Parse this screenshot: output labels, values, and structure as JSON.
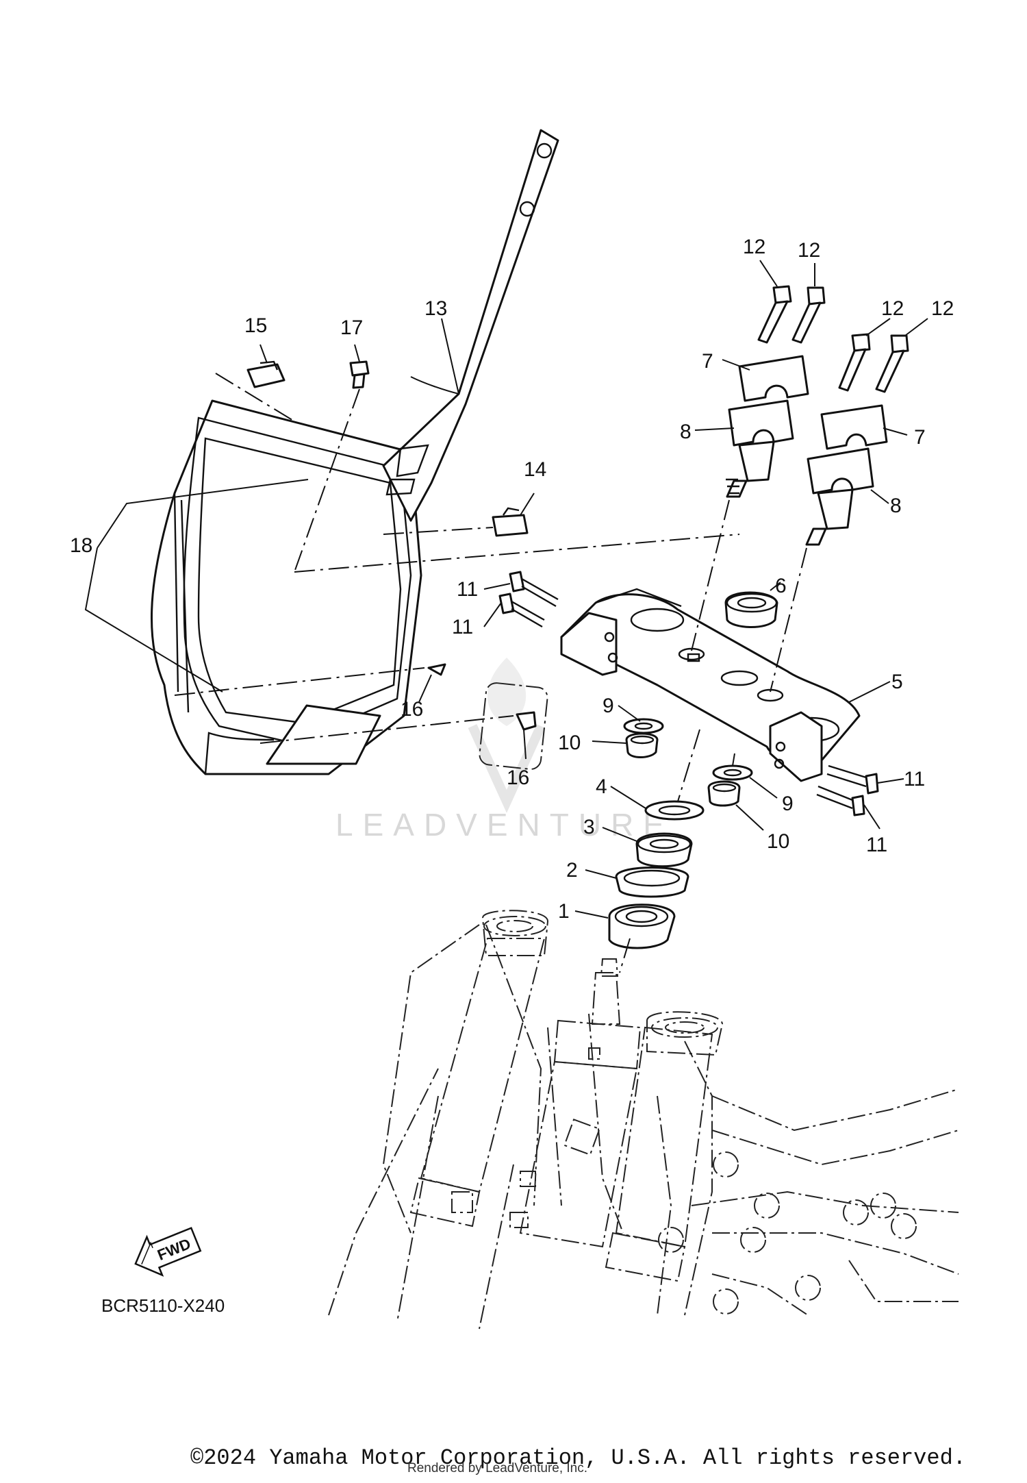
{
  "diagram": {
    "code": "BCR5110-X240",
    "fwd_label": "FWD",
    "watermark": "LEADVENTURE",
    "copyright": "©2024 Yamaha Motor Corporation, U.S.A. All rights reserved.",
    "rendered_by": "Rendered by LeadVenture, Inc.",
    "callouts": [
      "1",
      "2",
      "3",
      "4",
      "5",
      "6",
      "7",
      "7",
      "8",
      "8",
      "9",
      "9",
      "10",
      "10",
      "11",
      "11",
      "11",
      "11",
      "12",
      "12",
      "12",
      "12",
      "13",
      "14",
      "15",
      "16",
      "16",
      "17",
      "18"
    ]
  }
}
